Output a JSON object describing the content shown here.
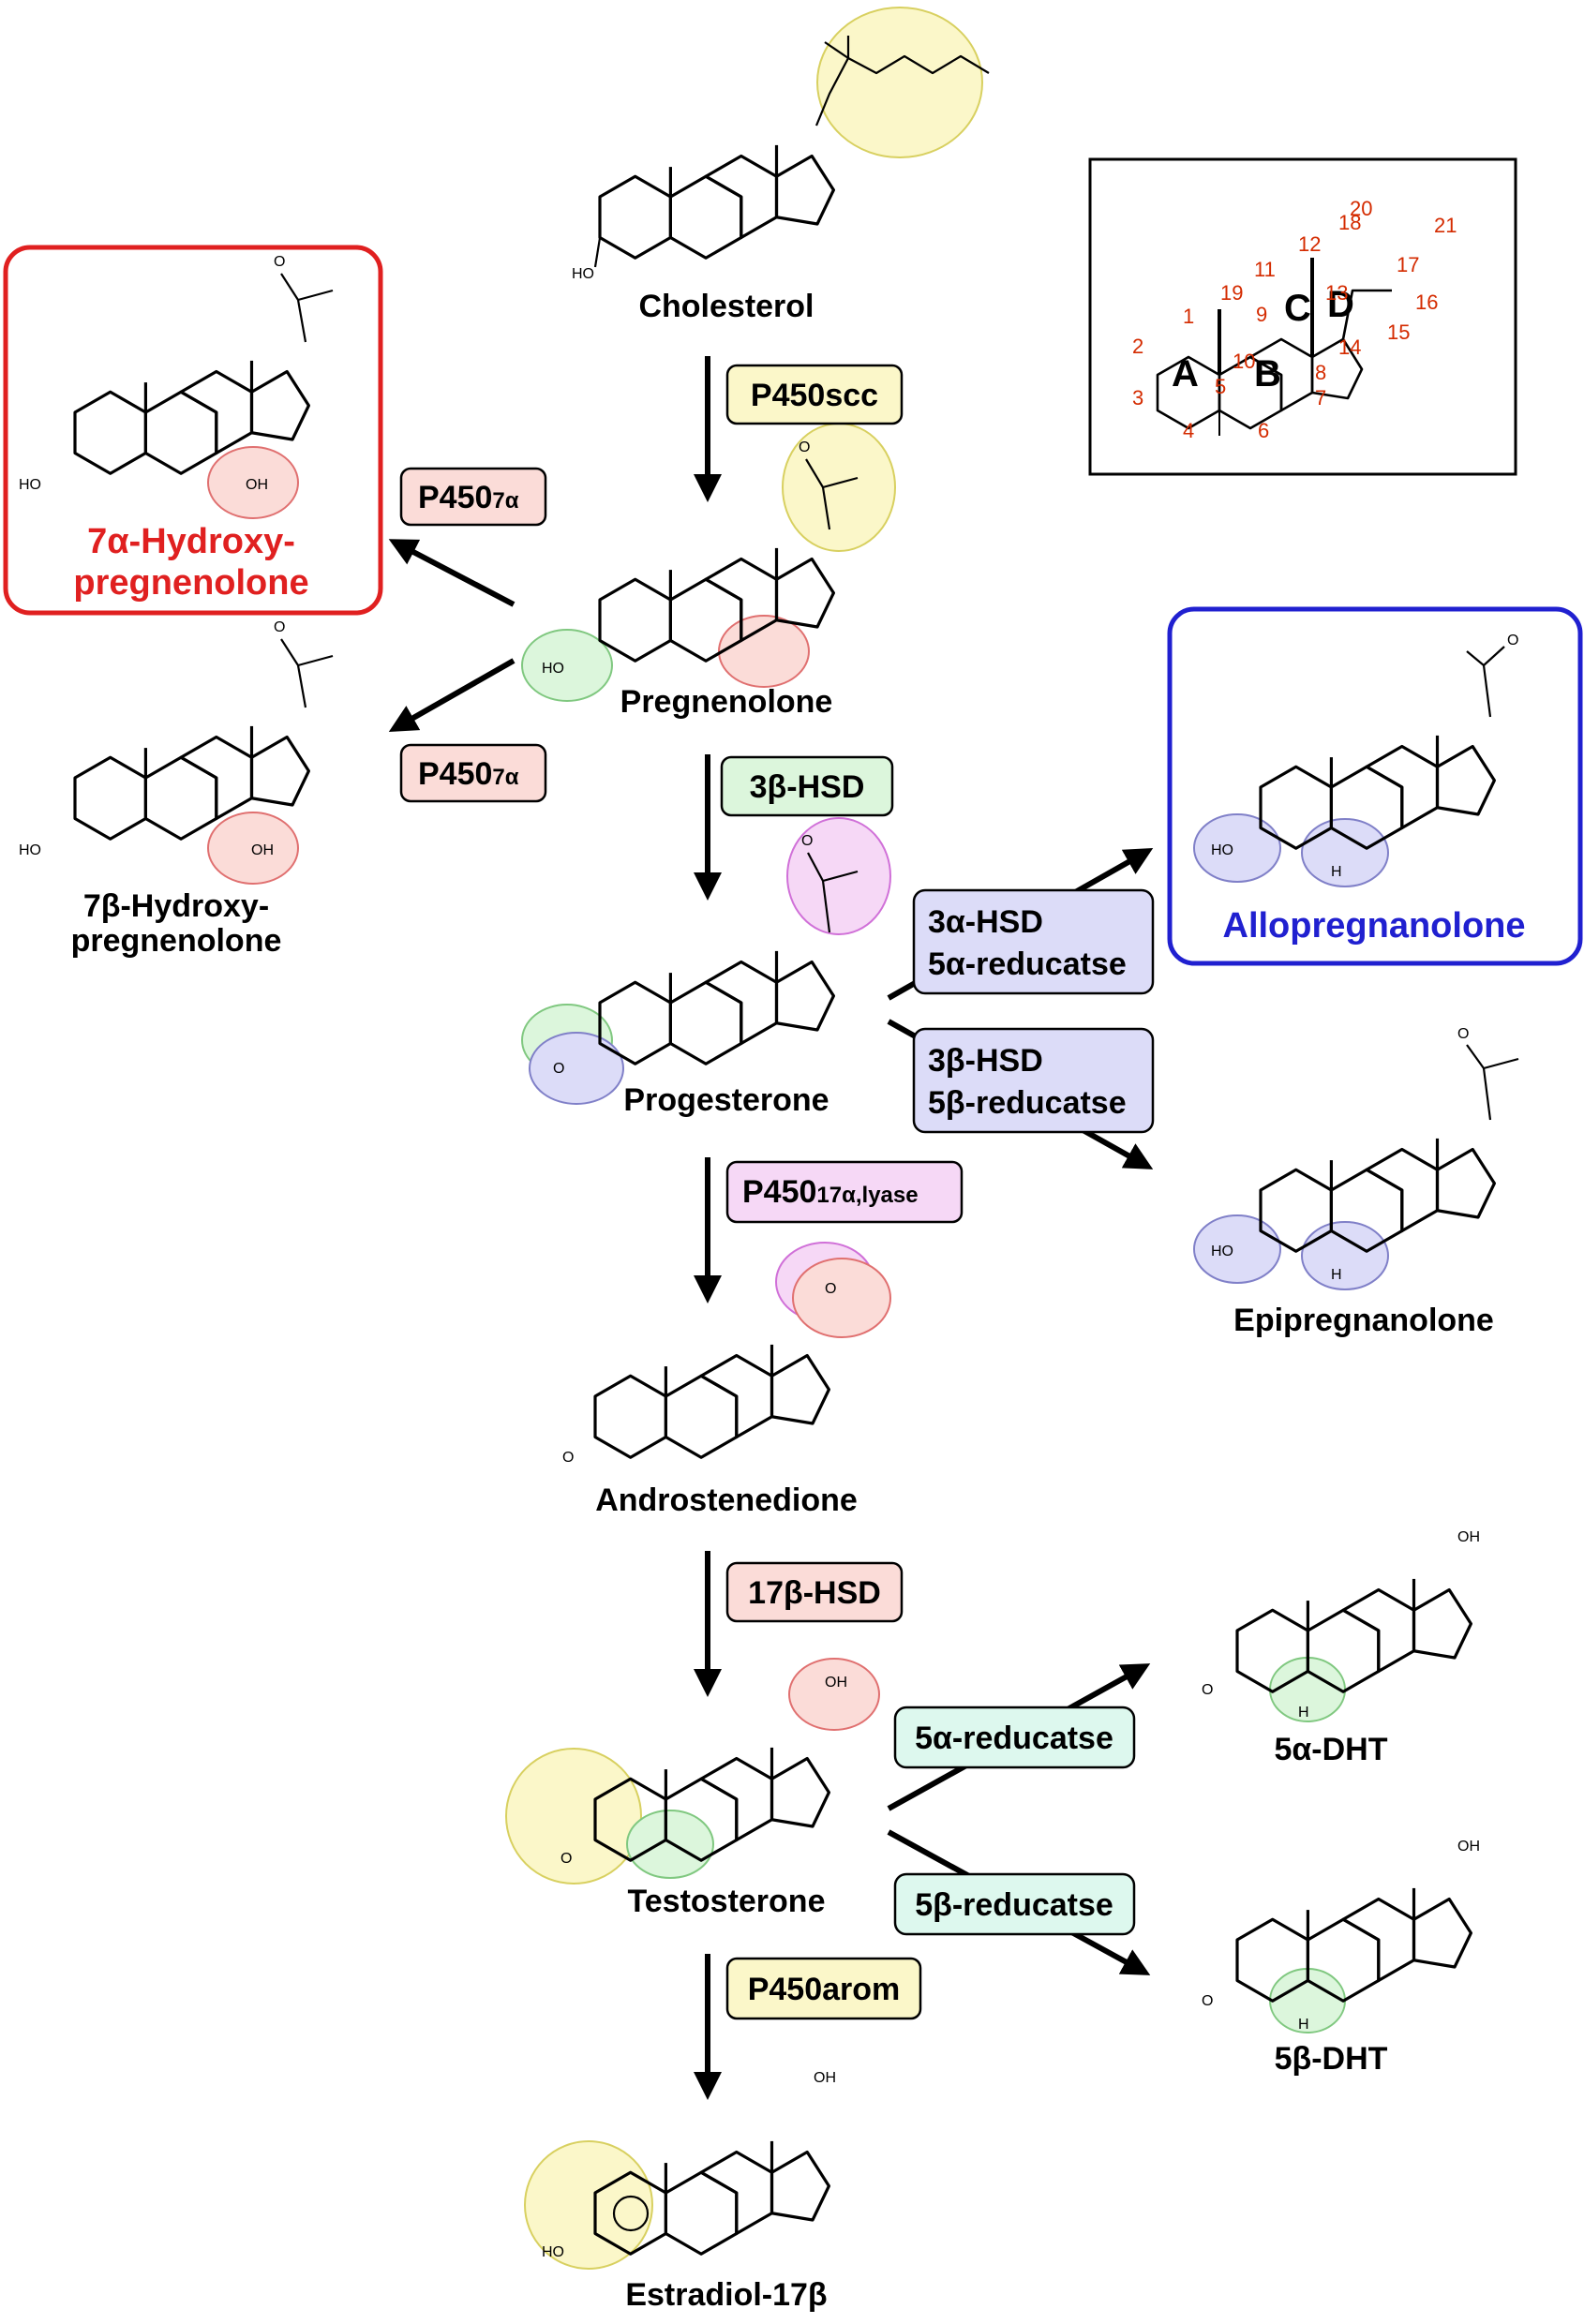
{
  "compounds": {
    "cholesterol": "Cholesterol",
    "pregnenolone": "Pregnenolone",
    "progesterone": "Progesterone",
    "androstenedione": "Androstenedione",
    "testosterone": "Testosterone",
    "estradiol": "Estradiol-17β",
    "hydroxy7a_l1": "7α-Hydroxy-",
    "hydroxy7a_l2": "pregnenolone",
    "hydroxy7b_l1": "7β-Hydroxy-",
    "hydroxy7b_l2": "pregnenolone",
    "allopregnanolone": "Allopregnanolone",
    "epipregnanolone": "Epipregnanolone",
    "dht5a": "5α-DHT",
    "dht5b": "5β-DHT"
  },
  "enzymes": {
    "p450scc": "P450scc",
    "p4507a_main": "P450",
    "p4507a_sub": "7α",
    "hsd3b": "3β-HSD",
    "p450_17_main": "P450",
    "p450_17_sub": "17α,lyase",
    "hsd17b": "17β-HSD",
    "p450arom": "P450arom",
    "hsd3a_l1": "3α-HSD",
    "hsd3a_l2": "5α-reducatse",
    "hsd3b_l1": "3β-HSD",
    "hsd3b_l2": "5β-reducatse",
    "red5a": "5α-reducatse",
    "red5b": "5β-reducatse"
  },
  "numbering": {
    "atoms": [
      "1",
      "2",
      "3",
      "4",
      "5",
      "6",
      "7",
      "8",
      "9",
      "10",
      "11",
      "12",
      "13",
      "14",
      "15",
      "16",
      "17",
      "18",
      "19",
      "20",
      "21"
    ],
    "rings": [
      "A",
      "B",
      "C",
      "D"
    ]
  },
  "atom_labels": {
    "hydroxyl": "HO",
    "hydroxyl_r": "OH",
    "hydrogen": "H",
    "oxygen": "O"
  },
  "colors": {
    "yellow": "#fbf7c9",
    "yellow_edge": "#d8d060",
    "pink": "#fbdcd8",
    "pink_edge": "#e07070",
    "green": "#dcf6dc",
    "green_edge": "#80c880",
    "violet": "#f6d8f6",
    "violet_edge": "#d070d8",
    "blue": "#dcdcf8",
    "blue_edge": "#8080c8",
    "mint": "#ddf8ee",
    "red_box": "#e02020",
    "blue_box": "#2020d0"
  }
}
